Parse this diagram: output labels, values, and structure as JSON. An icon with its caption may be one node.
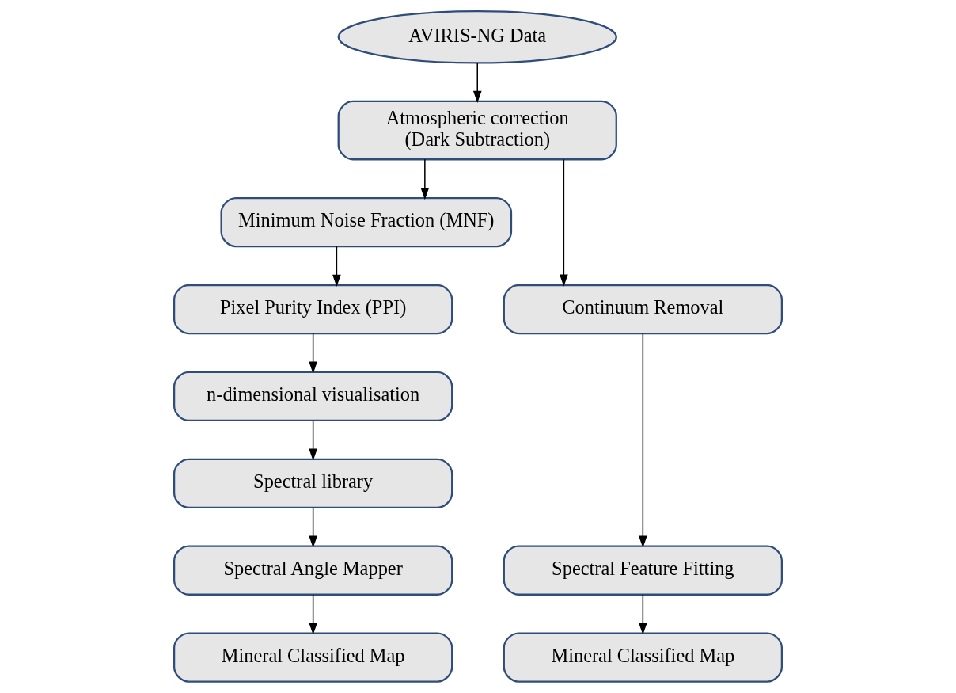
{
  "diagram": {
    "nodes": [
      {
        "text": [
          "AVIRIS-NG Data"
        ]
      },
      {
        "text": [
          "Atmospheric correction (Dark Subtraction)"
        ]
      },
      {
        "text": [
          "Minimum Noise Fraction (MNF)"
        ]
      },
      {
        "text": [
          "Continuum Removal"
        ]
      },
      {
        "text": [
          "Pixel Purity Index (PPI)"
        ]
      },
      {
        "text": [
          "n-dimensional visualisation"
        ]
      },
      {
        "text": [
          "Spectral library"
        ]
      },
      {
        "text": [
          "Spectral Feature Fitting"
        ]
      },
      {
        "text": [
          "Spectral Angle Mapper"
        ]
      },
      {
        "text": [
          "Mineral Classified Map"
        ]
      },
      {
        "text": [
          "Mineral Classified Map"
        ]
      }
    ],
    "edges": [
      {
        "from": 0,
        "to": 1,
        "arrow": "to"
      },
      {
        "from": 1,
        "to": 2,
        "arrow": "to"
      },
      {
        "from": 1,
        "to": 3,
        "arrow": "to"
      },
      {
        "from": 2,
        "to": 4,
        "arrow": "to"
      },
      {
        "from": 4,
        "to": 5,
        "arrow": "to"
      },
      {
        "from": 5,
        "to": 6,
        "arrow": "to"
      },
      {
        "from": 3,
        "to": 7,
        "arrow": "to"
      },
      {
        "from": 6,
        "to": 8,
        "arrow": "to"
      },
      {
        "from": 7,
        "to": 9,
        "arrow": "to"
      },
      {
        "from": 8,
        "to": 10,
        "arrow": "to"
      }
    ]
  }
}
